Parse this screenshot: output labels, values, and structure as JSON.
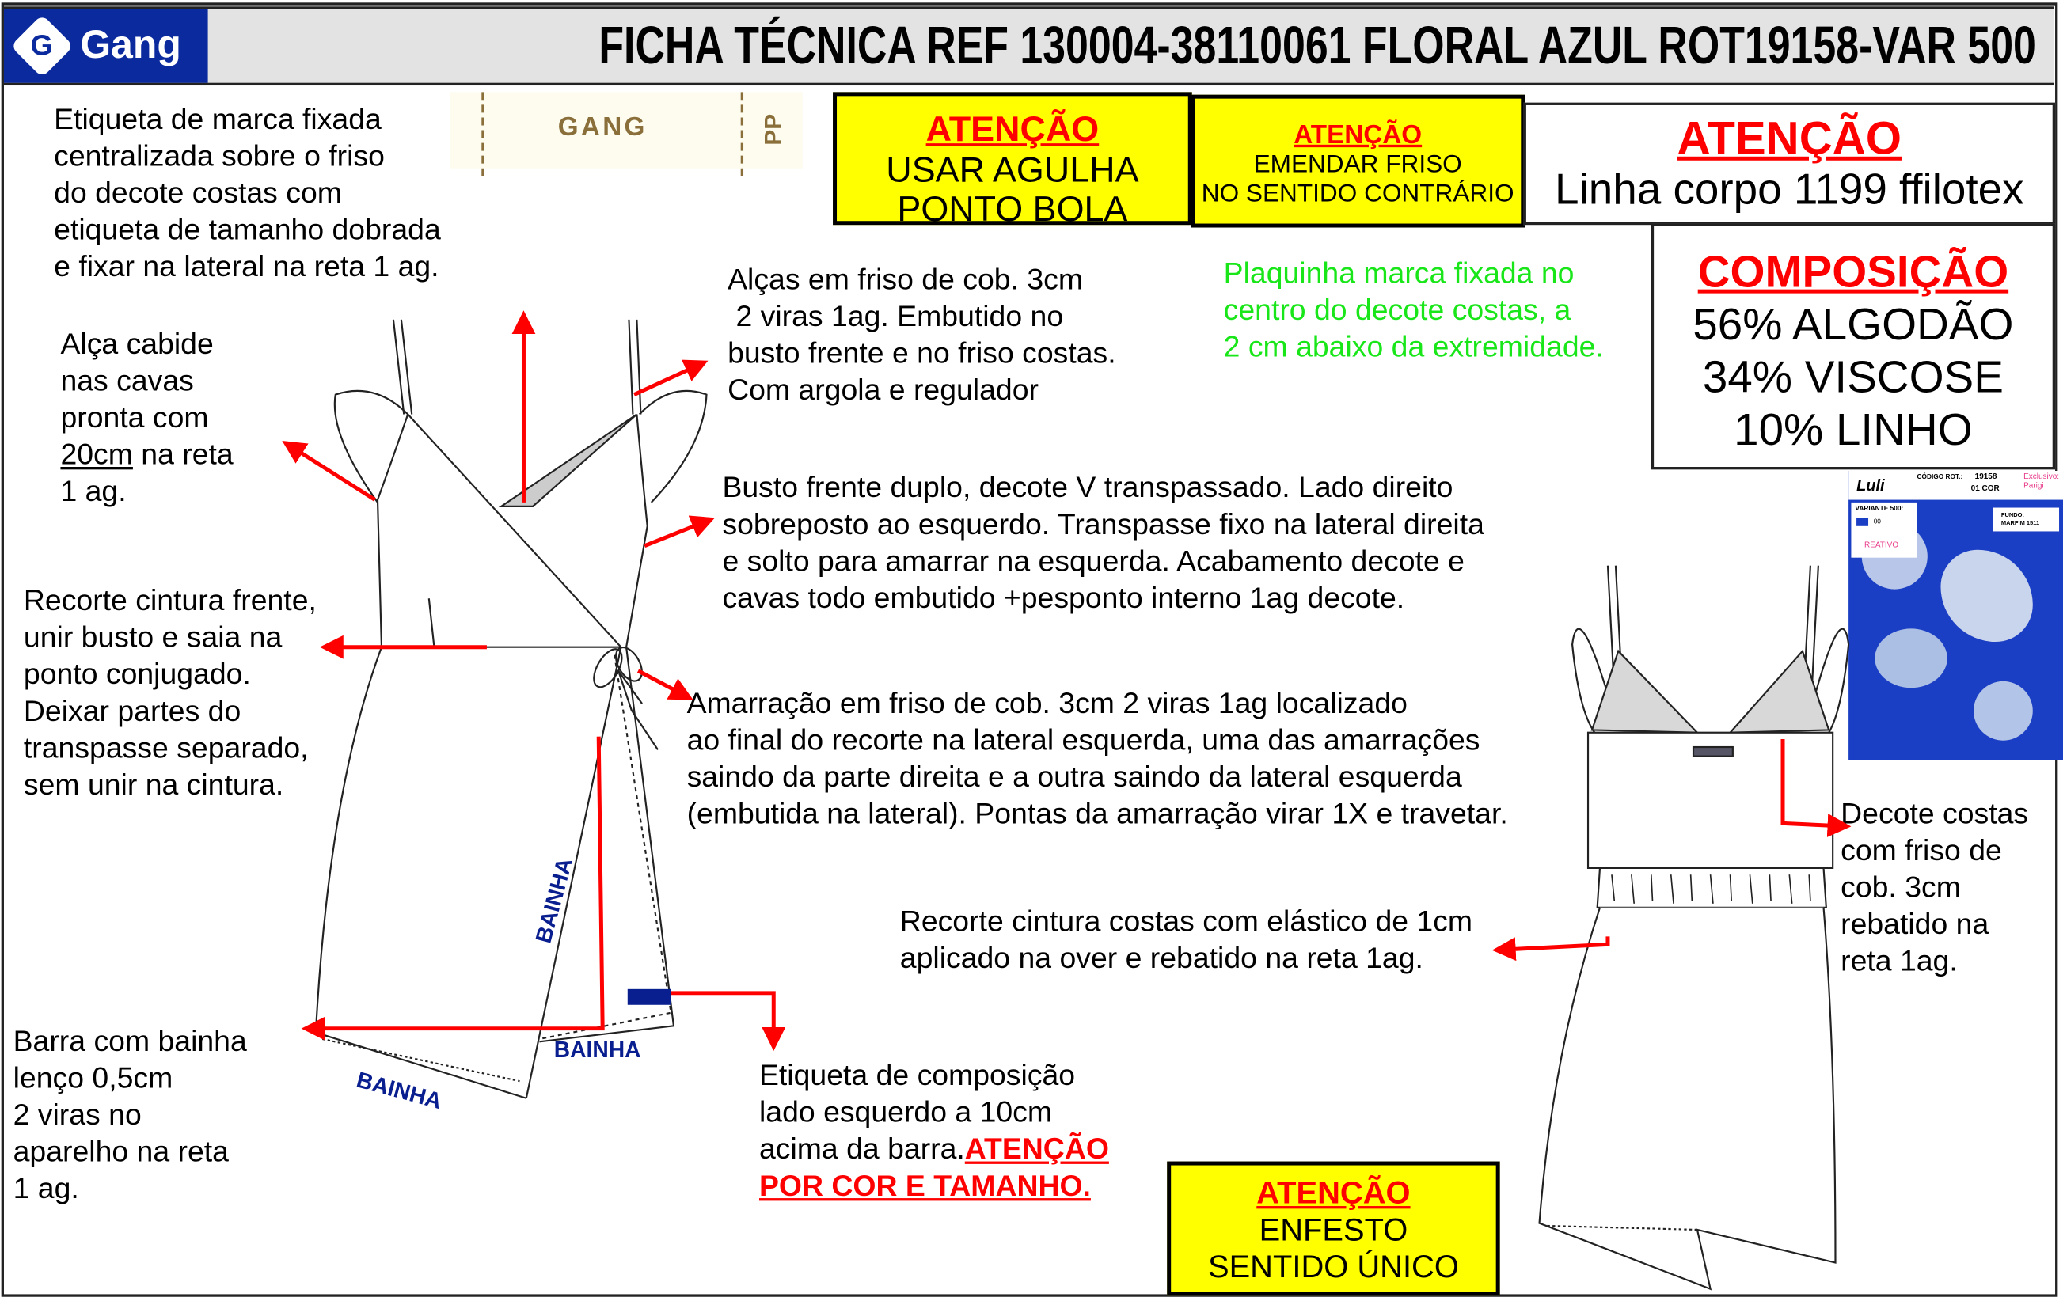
{
  "header": {
    "logo_text": "Gang",
    "title": "FICHA TÉCNICA REF 130004-38110061 FLORAL AZUL ROT19158-VAR 500"
  },
  "brand_label": {
    "brand": "GANG",
    "size": "PP"
  },
  "notes": {
    "etiqueta_marca": "Etiqueta de marca fixada\ncentralizada sobre o friso\ndo decote costas com\netiqueta de tamanho dobrada\ne fixar na lateral na reta 1 ag.",
    "alca_cabide_1": "Alça cabide\nnas cavas\npronta com\n",
    "alca_cabide_underlined": "20cm",
    "alca_cabide_2": " na reta\n1 ag.",
    "alcas": "Alças em friso de cob. 3cm\n 2 viras 1ag. Embutido no\nbusto frente e no friso costas.\nCom argola e regulador",
    "plaquinha": "Plaquinha marca fixada no\ncentro do decote costas, a\n2 cm abaixo da extremidade.",
    "busto": "Busto frente duplo, decote V transpassado. Lado direito\nsobreposto ao esquerdo. Transpasse fixo na lateral direita\ne solto para amarrar na esquerda. Acabamento decote e\ncavas todo embutido +pesponto interno 1ag decote.",
    "recorte_frente": "Recorte cintura frente,\nunir busto e saia na\nponto conjugado.\nDeixar partes do\ntranspasse separado,\nsem unir na cintura.",
    "amarracao": "Amarração em friso de cob. 3cm 2 viras 1ag localizado\nao final do recorte na lateral esquerda, uma das amarrações\nsaindo da parte direita e a outra saindo da lateral esquerda\n(embutida na lateral). Pontas da amarração virar 1X e travetar.",
    "barra": "Barra com bainha\nlenço 0,5cm\n2 viras no\naparelho na reta\n1 ag.",
    "etiqueta_comp": "Etiqueta de composição\nlado esquerdo a 10cm\nacima da barra.",
    "etiqueta_comp_alert_1": "ATENÇÃO",
    "etiqueta_comp_alert_2": "POR COR E TAMANHO.",
    "recorte_costas": "Recorte cintura costas com elástico de 1cm\naplicado na over e rebatido na reta 1ag.",
    "decote_costas": "Decote costas\ncom friso de\ncob. 3cm\nrebatido na\nreta 1ag."
  },
  "alerts": [
    {
      "title": "ATENÇÃO",
      "body": "USAR AGULHA\nPONTO BOLA"
    },
    {
      "title": "ATENÇÃO",
      "body": "EMENDAR FRISO\nNO SENTIDO CONTRÁRIO"
    },
    {
      "title": "ATENÇÃO",
      "body": "Linha corpo 1199 ffilotex"
    },
    {
      "title": "ATENÇÃO",
      "body": "ENFESTO\nSENTIDO ÚNICO"
    }
  ],
  "composition": {
    "title": "COMPOSIÇÃO",
    "lines": [
      "56% ALGODÃO",
      "34% VISCOSE",
      "10% LINHO"
    ]
  },
  "drawing_labels": {
    "bainha": "BAINHA"
  },
  "swatch": {
    "brand": "Luli",
    "codigo_label": "CÓDIGO ROT.:",
    "codigo": "19158",
    "cor": "01 COR",
    "exclusivo": "Exclusivo:\nParigi",
    "variante": "VARIANTE 500:",
    "variante_code": "00",
    "fundo": "FUNDO:\nMARFIM 1511",
    "reativo": "REATIVO"
  },
  "colors": {
    "brand_blue": "#0b2a9e",
    "alert_yellow": "#ffff00",
    "alert_red": "#ff0000",
    "note_green": "#19e619"
  }
}
